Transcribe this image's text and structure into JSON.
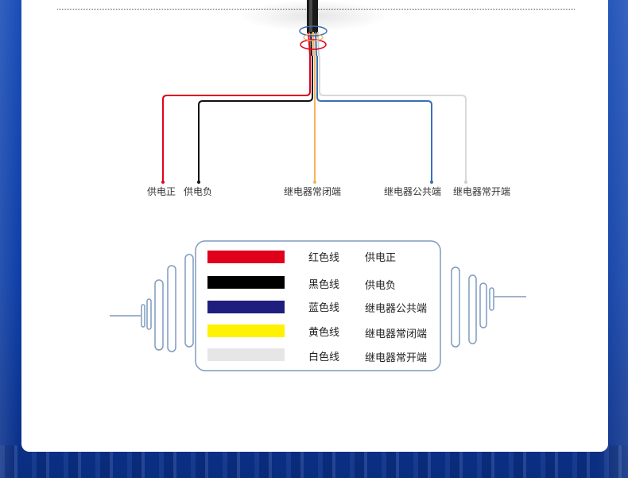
{
  "wire_diagram": {
    "labels": {
      "power_positive": "供电正",
      "power_negative": "供电负",
      "relay_nc": "继电器常闭端",
      "relay_common": "继电器公共端",
      "relay_no": "继电器常开端"
    },
    "colors": {
      "red": "#e2001a",
      "black": "#111111",
      "yellow": "#f5b45a",
      "blue": "#3a6fb5",
      "white": "#d9d9d9"
    }
  },
  "legend": {
    "rows": [
      {
        "color": "#e0001b",
        "color_name": "红色线",
        "function": "供电正"
      },
      {
        "color": "#000000",
        "color_name": "黑色线",
        "function": "供电负"
      },
      {
        "color": "#1e1e7e",
        "color_name": "蓝色线",
        "function": "继电器公共端"
      },
      {
        "color": "#fff200",
        "color_name": "黄色线",
        "function": "继电器常闭端"
      },
      {
        "color": "#e6e6e6",
        "color_name": "白色线",
        "function": "继电器常开端"
      }
    ],
    "frame_color": "#7f9bbf"
  }
}
